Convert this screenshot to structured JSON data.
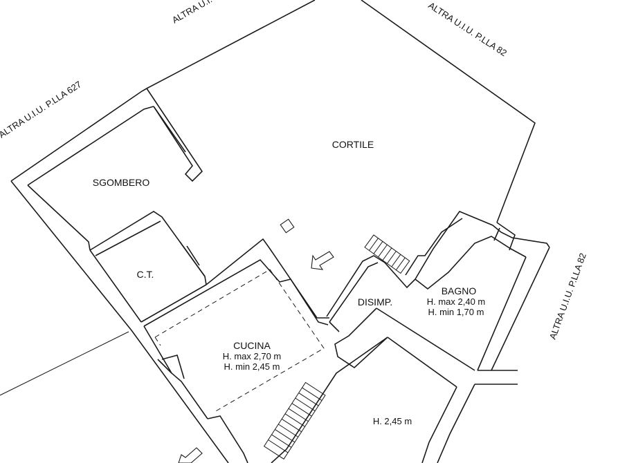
{
  "rooms": {
    "cortile": "CORTILE",
    "sgombero": "SGOMBERO",
    "ct": "C.T.",
    "cucina": "CUCINA",
    "cucina_hmax": "H. max 2,70 m",
    "cucina_hmin": "H. min 2,45 m",
    "disimp": "DISIMP.",
    "bagno": "BAGNO",
    "bagno_hmax": "H. max 2,40 m",
    "bagno_hmin": "H. min 1,70 m",
    "lower_room_height": "H. 2,45 m"
  },
  "neighbors": {
    "top": "ALTRA U.I.",
    "top_right": "ALTRA U.I.U. P.LLA 82",
    "left": "ALTRA U.I.U. P.LLA 627",
    "right": "ALTRA U.I.U. P.LLA 82"
  }
}
